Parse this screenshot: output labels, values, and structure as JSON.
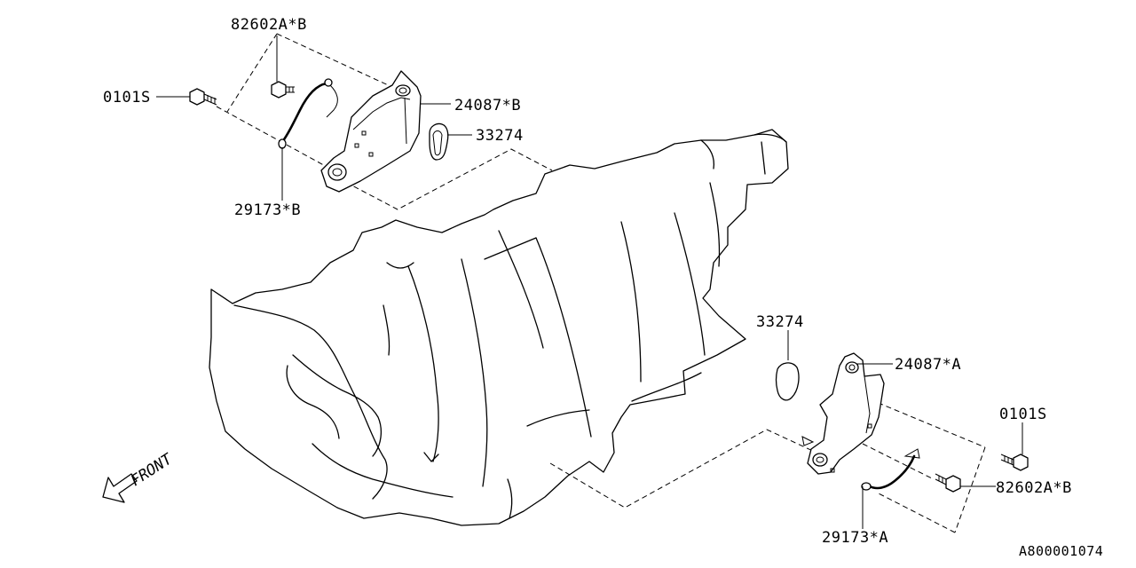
{
  "parts": {
    "upper": {
      "bolt": "0101S",
      "stud_bolt": "82602A*B",
      "bracket": "24087*B",
      "grommet": "33274",
      "ground_cable": "29173*B"
    },
    "lower": {
      "grommet": "33274",
      "bracket": "24087*A",
      "bolt": "0101S",
      "stud_bolt": "82602A*B",
      "ground_cable": "29173*A"
    }
  },
  "front_label": "FRONT",
  "diagram_ref": "A800001074",
  "icons": {
    "front_arrow": "front-arrow-icon"
  }
}
